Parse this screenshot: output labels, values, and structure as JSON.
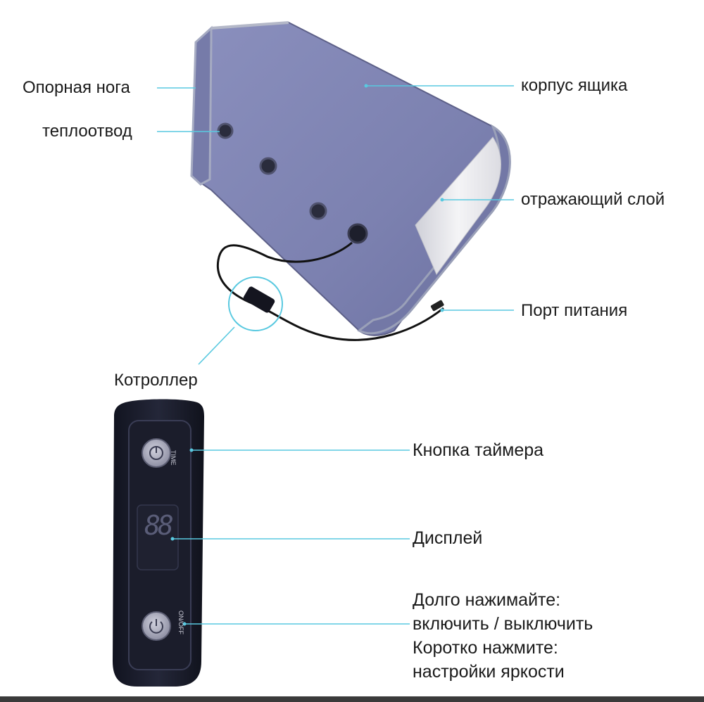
{
  "labels": {
    "support_leg": "Опорная нога",
    "heat_sink": "теплоотвод",
    "box_body": "корпус ящика",
    "reflective_layer": "отражающий слой",
    "power_port": "Порт питания",
    "controller": "Котроллер",
    "timer_button": "Кнопка таймера",
    "display": "Дисплей",
    "onoff_instructions": [
      "Долго нажимайте:",
      "включить / выключить",
      "Коротко нажмите:",
      "настройки яркости"
    ]
  },
  "device": {
    "timer_button_text": "TIME",
    "onoff_button_text": "ON/OFF",
    "display_value": "88"
  },
  "colors": {
    "fabric": "#7f84b3",
    "leader_line": "#59c9e0",
    "controller_body": "#1b1d2d"
  }
}
